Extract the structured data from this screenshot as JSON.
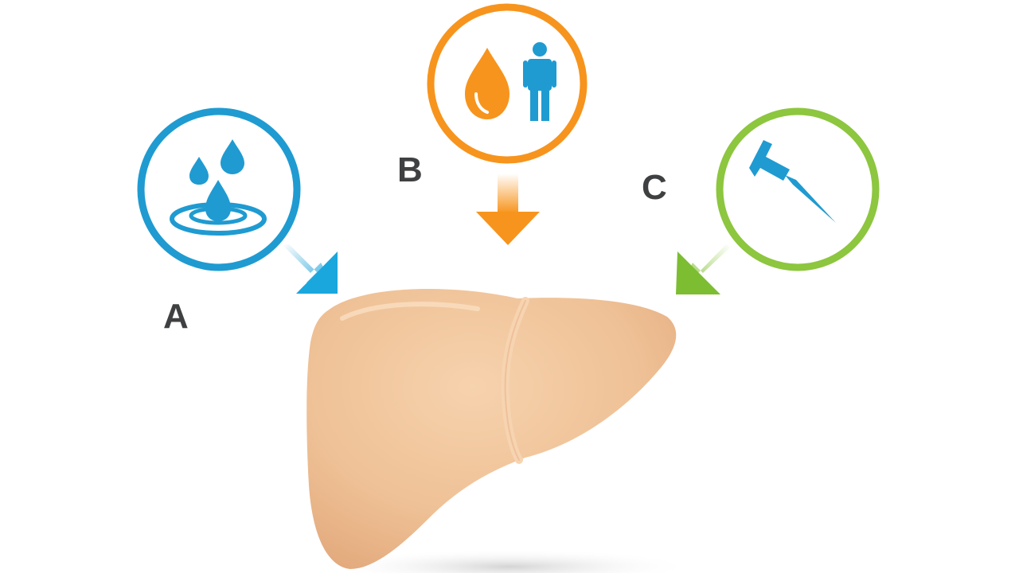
{
  "labels": {
    "a": "A",
    "b": "B",
    "c": "C"
  },
  "colors": {
    "a": "#1f9bd1",
    "b": "#f7941d",
    "c": "#8dc63f",
    "liver": "#f2c49b",
    "label_text": "#3f4042"
  },
  "icons": {
    "a": "water-drops-icon",
    "b": "blood-drop-person-icon",
    "c": "needle-syringe-icon"
  },
  "organ": "liver"
}
